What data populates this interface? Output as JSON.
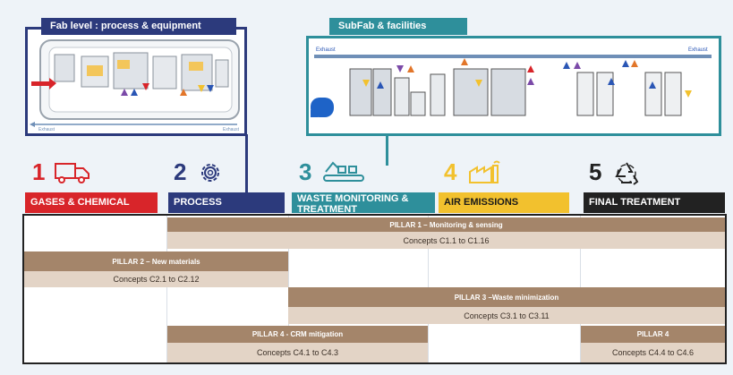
{
  "panels": {
    "fab_title": "Fab level : process & equipment",
    "subfab_title": "SubFab & facilities",
    "fab_labels": [
      "Exhaust",
      "Exhaust"
    ],
    "subfab_labels": [
      "Exhaust",
      "Exhaust"
    ]
  },
  "categories": [
    {
      "num": "1",
      "label": "GASES & CHEMICAL",
      "color": "#d8252a",
      "icon": "truck-icon"
    },
    {
      "num": "2",
      "label": "PROCESS",
      "color": "#2c3a7c",
      "icon": "gear-icon"
    },
    {
      "num": "3",
      "label": "WASTE MONITORING & TREATMENT",
      "color": "#2e8f9b",
      "icon": "factory-conveyor-icon"
    },
    {
      "num": "4",
      "label": "AIR EMISSIONS",
      "color": "#f2c12e",
      "icon": "factory-emission-icon"
    },
    {
      "num": "5",
      "label": "FINAL TREATMENT",
      "color": "#222222",
      "icon": "recycle-icon"
    }
  ],
  "pillars": [
    {
      "title": "PILLAR 1 – Monitoring  & sensing",
      "concepts": "Concepts  C1.1 to C1.16"
    },
    {
      "title": "PILLAR 2 – New materials",
      "concepts": "Concepts C2.1 to C2.12"
    },
    {
      "title": "PILLAR 3 –Waste minimization",
      "concepts": "Concepts C3.1 to C3.11"
    },
    {
      "title": "PILLAR 4 - CRM mitigation",
      "concepts": "Concepts C4.1 to C4.3"
    },
    {
      "title": "PILLAR 4",
      "concepts": "Concepts C4.4 to C4.6"
    }
  ]
}
